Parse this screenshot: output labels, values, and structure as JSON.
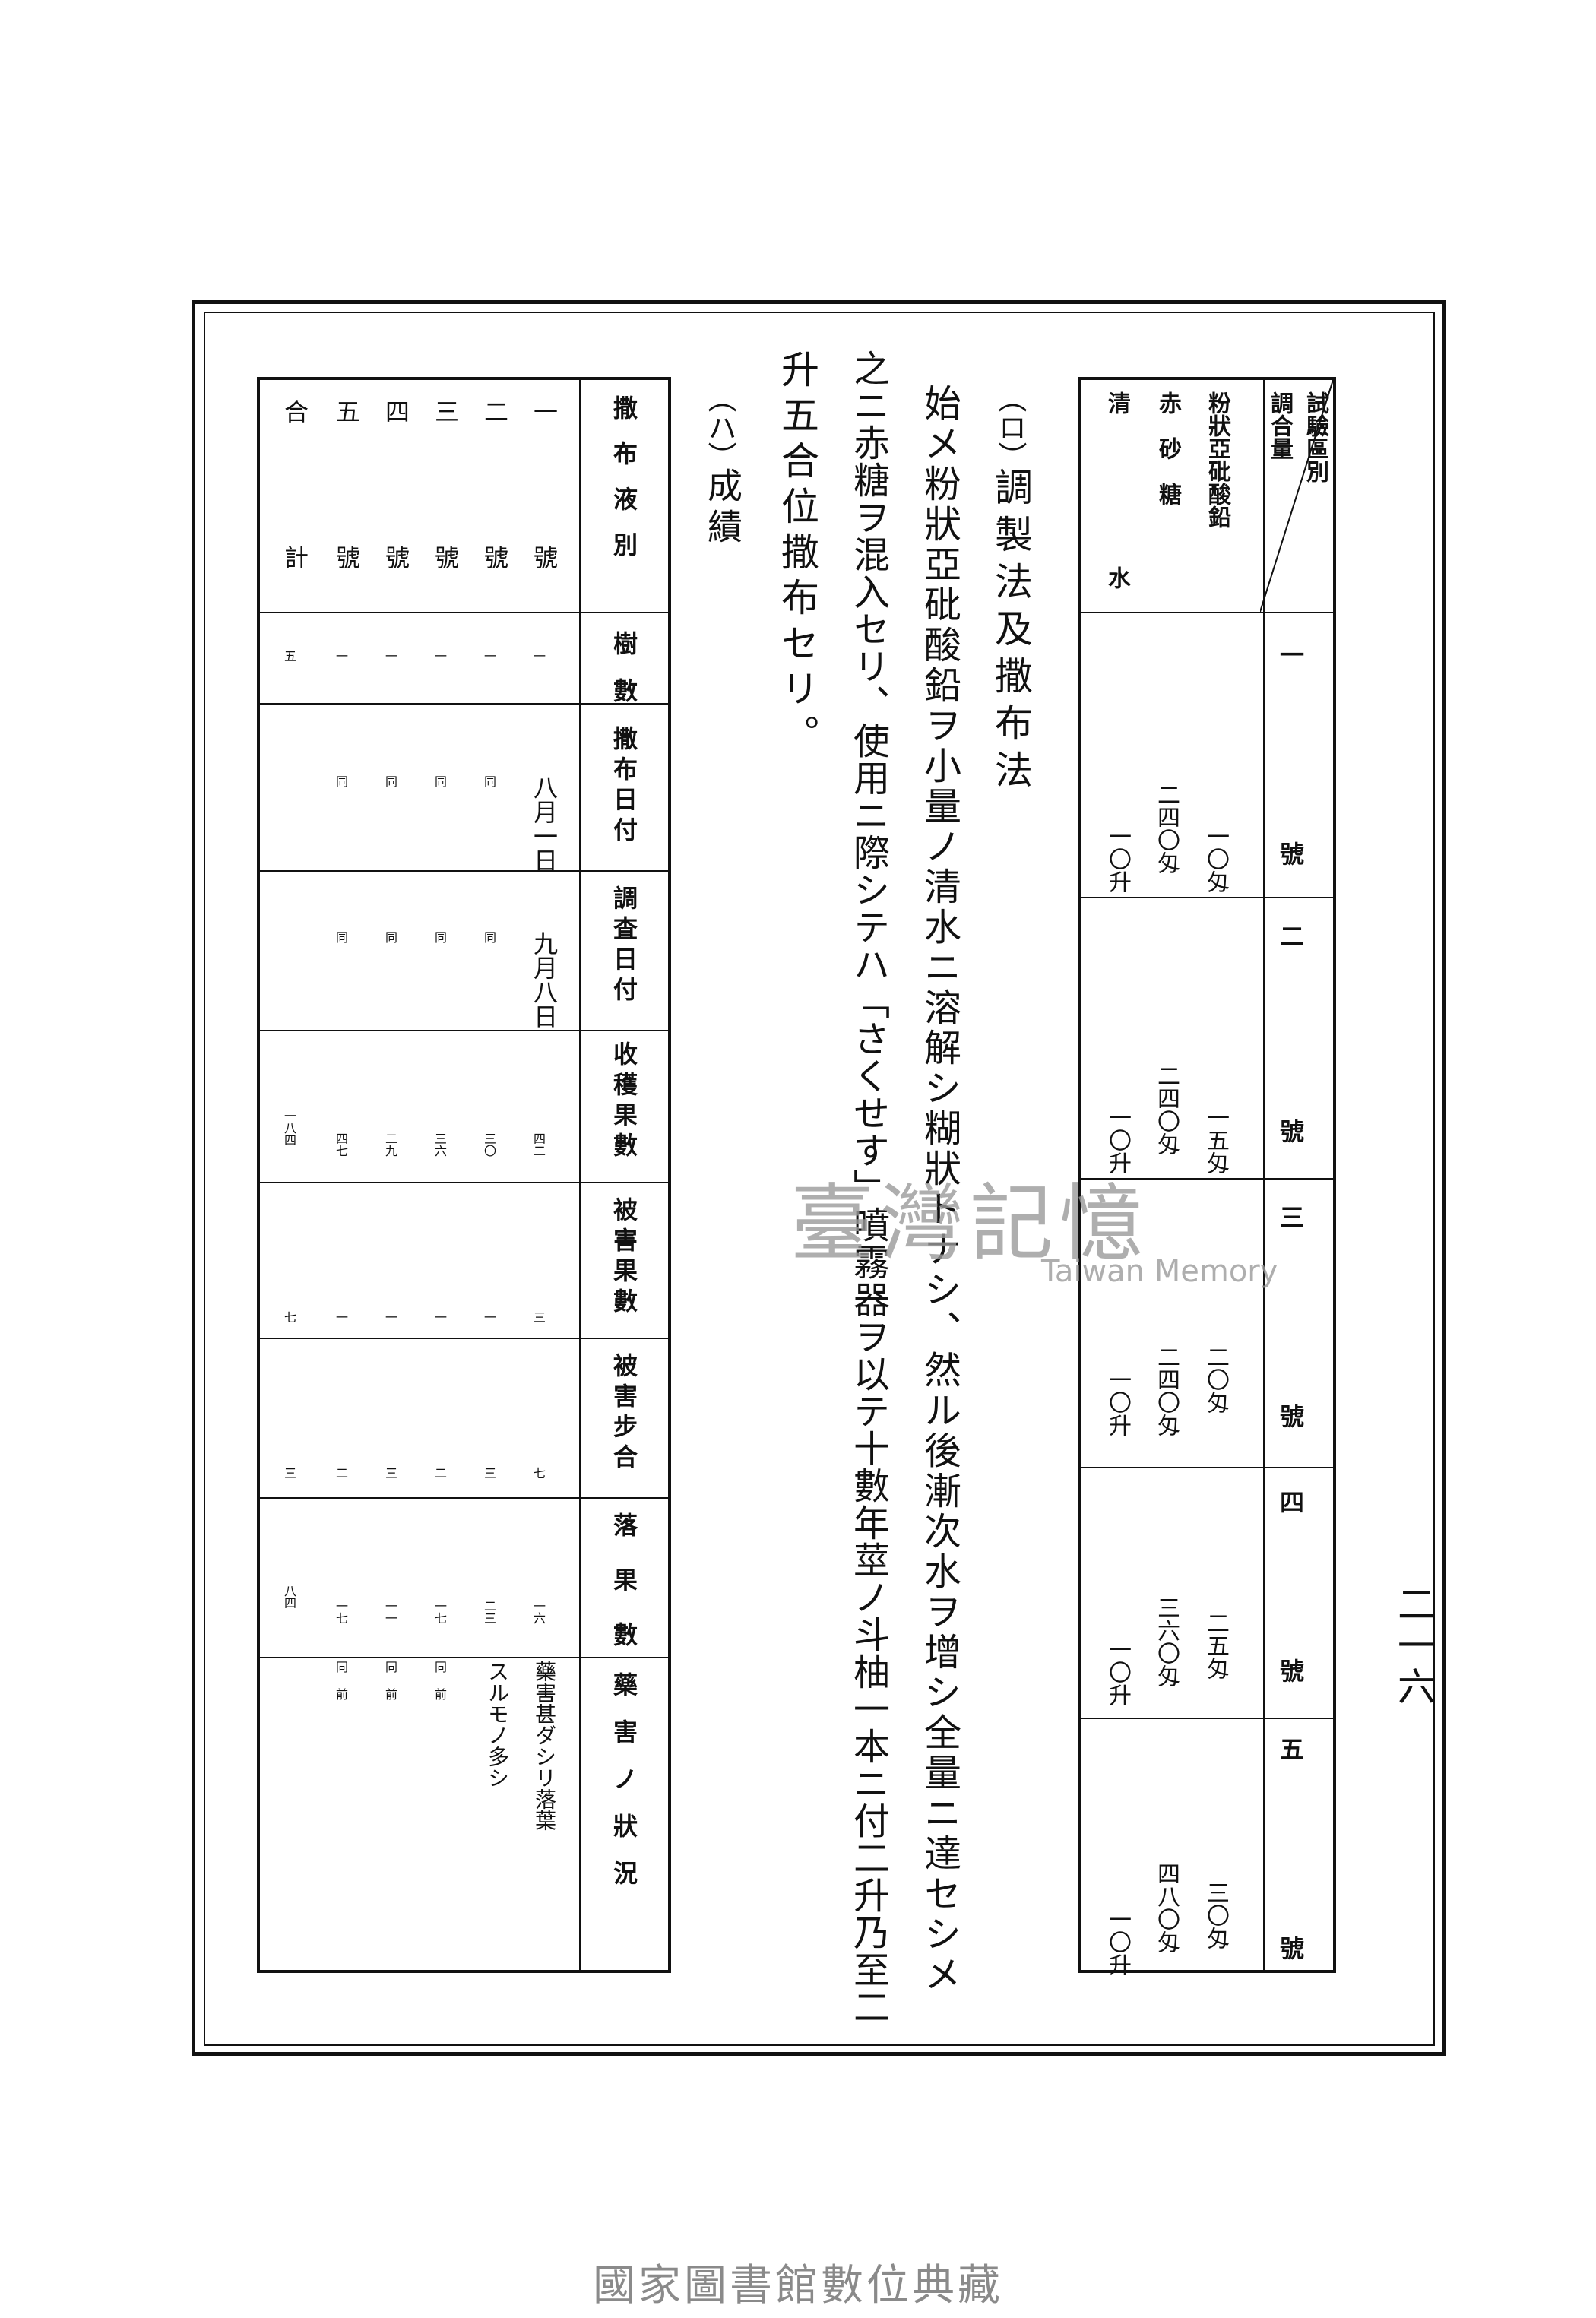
{
  "page_number": "二一六",
  "mix_table": {
    "header_top": "試驗區別",
    "header_bottom": "調合量",
    "row_labels": [
      "粉狀亞砒酸鉛",
      "赤砂糖",
      "清水"
    ],
    "columns": [
      {
        "label": "一號",
        "values": [
          "一〇匁",
          "二四〇匁",
          "一〇升"
        ]
      },
      {
        "label": "二號",
        "values": [
          "一五匁",
          "二四〇匁",
          "一〇升"
        ]
      },
      {
        "label": "三號",
        "values": [
          "二〇匁",
          "二四〇匁",
          "一〇升"
        ]
      },
      {
        "label": "四號",
        "values": [
          "二五匁",
          "三六〇匁",
          "一〇升"
        ]
      },
      {
        "label": "五號",
        "values": [
          "三〇匁",
          "四八〇匁",
          "一〇升"
        ]
      }
    ]
  },
  "prose": {
    "section_ro_label": "（ロ）",
    "section_ro_title": "調製法及撒布法",
    "lines": [
      "始メ粉狀亞砒酸鉛ヲ小量ノ清水ニ溶解シ糊狀トナシ、然ル後漸次水ヲ增シ全量ニ達セシメ",
      "之ニ赤糖ヲ混入セリ、使用ニ際シテハ「さくせす」噴霧器ヲ以テ十數年莖ノ斗柚一本ニ付二升乃至二",
      "升五合位撒布セリ。"
    ],
    "section_ha_label": "（ハ）",
    "section_ha_title": "成績"
  },
  "result_table": {
    "headers": [
      "撒布液別",
      "樹數",
      "撒布日付",
      "調査日付",
      "收穫果數",
      "被害果數",
      "被害步合",
      "落果數",
      "藥害ノ狀況"
    ],
    "rows": [
      {
        "id": "一號",
        "trees": "一",
        "spray_date": "八月一日",
        "survey_date": "九月八日",
        "harvest": "四二",
        "damaged": "三",
        "rate": "七",
        "fallen": "一六",
        "injury": "藥害甚ダシリ落葉"
      },
      {
        "id": "二號",
        "trees": "一",
        "spray_date": "同",
        "survey_date": "同",
        "harvest": "三〇",
        "damaged": "一",
        "rate": "三",
        "fallen": "二三",
        "injury": "スルモノ多シ"
      },
      {
        "id": "三號",
        "trees": "一",
        "spray_date": "同",
        "survey_date": "同",
        "harvest": "三六",
        "damaged": "一",
        "rate": "二",
        "fallen": "一七",
        "injury": "同前"
      },
      {
        "id": "四號",
        "trees": "一",
        "spray_date": "同",
        "survey_date": "同",
        "harvest": "二九",
        "damaged": "一",
        "rate": "三",
        "fallen": "一一",
        "injury": "同前"
      },
      {
        "id": "五號",
        "trees": "一",
        "spray_date": "同",
        "survey_date": "同",
        "harvest": "四七",
        "damaged": "一",
        "rate": "二",
        "fallen": "一七",
        "injury": "同前"
      }
    ],
    "total": {
      "id": "合計",
      "trees": "五",
      "harvest": "一八四",
      "damaged": "七",
      "rate": "三",
      "fallen": "八四"
    }
  },
  "watermark": {
    "cn": "臺灣記憶",
    "en": "Taiwan Memory"
  },
  "footer": "國家圖書館數位典藏"
}
